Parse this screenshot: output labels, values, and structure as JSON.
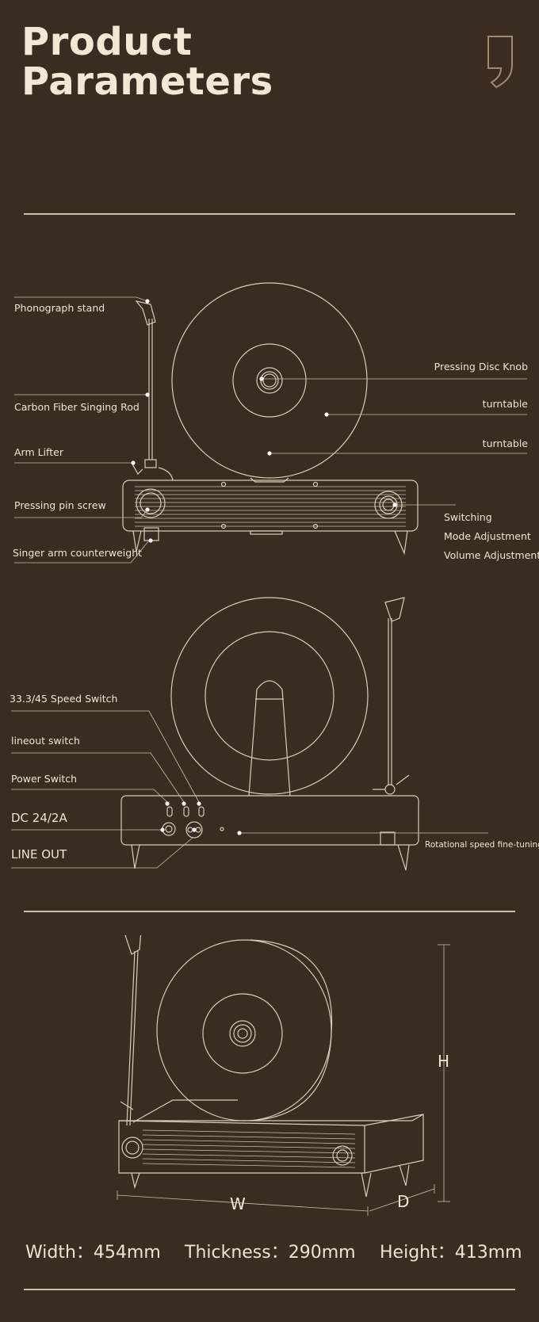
{
  "header": {
    "title_line1": "Product",
    "title_line2": "Parameters"
  },
  "front_view": {
    "labels": {
      "phonograph_stand": "Phonograph stand",
      "carbon_rod": "Carbon Fiber Singing Rod",
      "arm_lifter": "Arm Lifter",
      "pressing_pin": "Pressing pin screw",
      "counterweight": "Singer arm counterweight",
      "pressing_disc_knob": "Pressing Disc Knob",
      "turntable_1": "turntable",
      "turntable_2": "turntable",
      "switching": "Switching",
      "mode_adjustment": "Mode Adjustment",
      "volume_adjustment": "Volume Adjustment"
    }
  },
  "back_view": {
    "labels": {
      "speed_switch": "33.3/45 Speed Switch",
      "lineout_switch": "lineout switch",
      "power_switch": "Power Switch",
      "dc": "DC 24/2A",
      "line_out": "LINE OUT",
      "fine_tuning": "Rotational speed fine-tuning"
    }
  },
  "dimension_view": {
    "h_label": "H",
    "w_label": "W",
    "d_label": "D"
  },
  "specs": {
    "width": "Width：454mm",
    "thickness": "Thickness：290mm",
    "height": "Height：413mm"
  }
}
